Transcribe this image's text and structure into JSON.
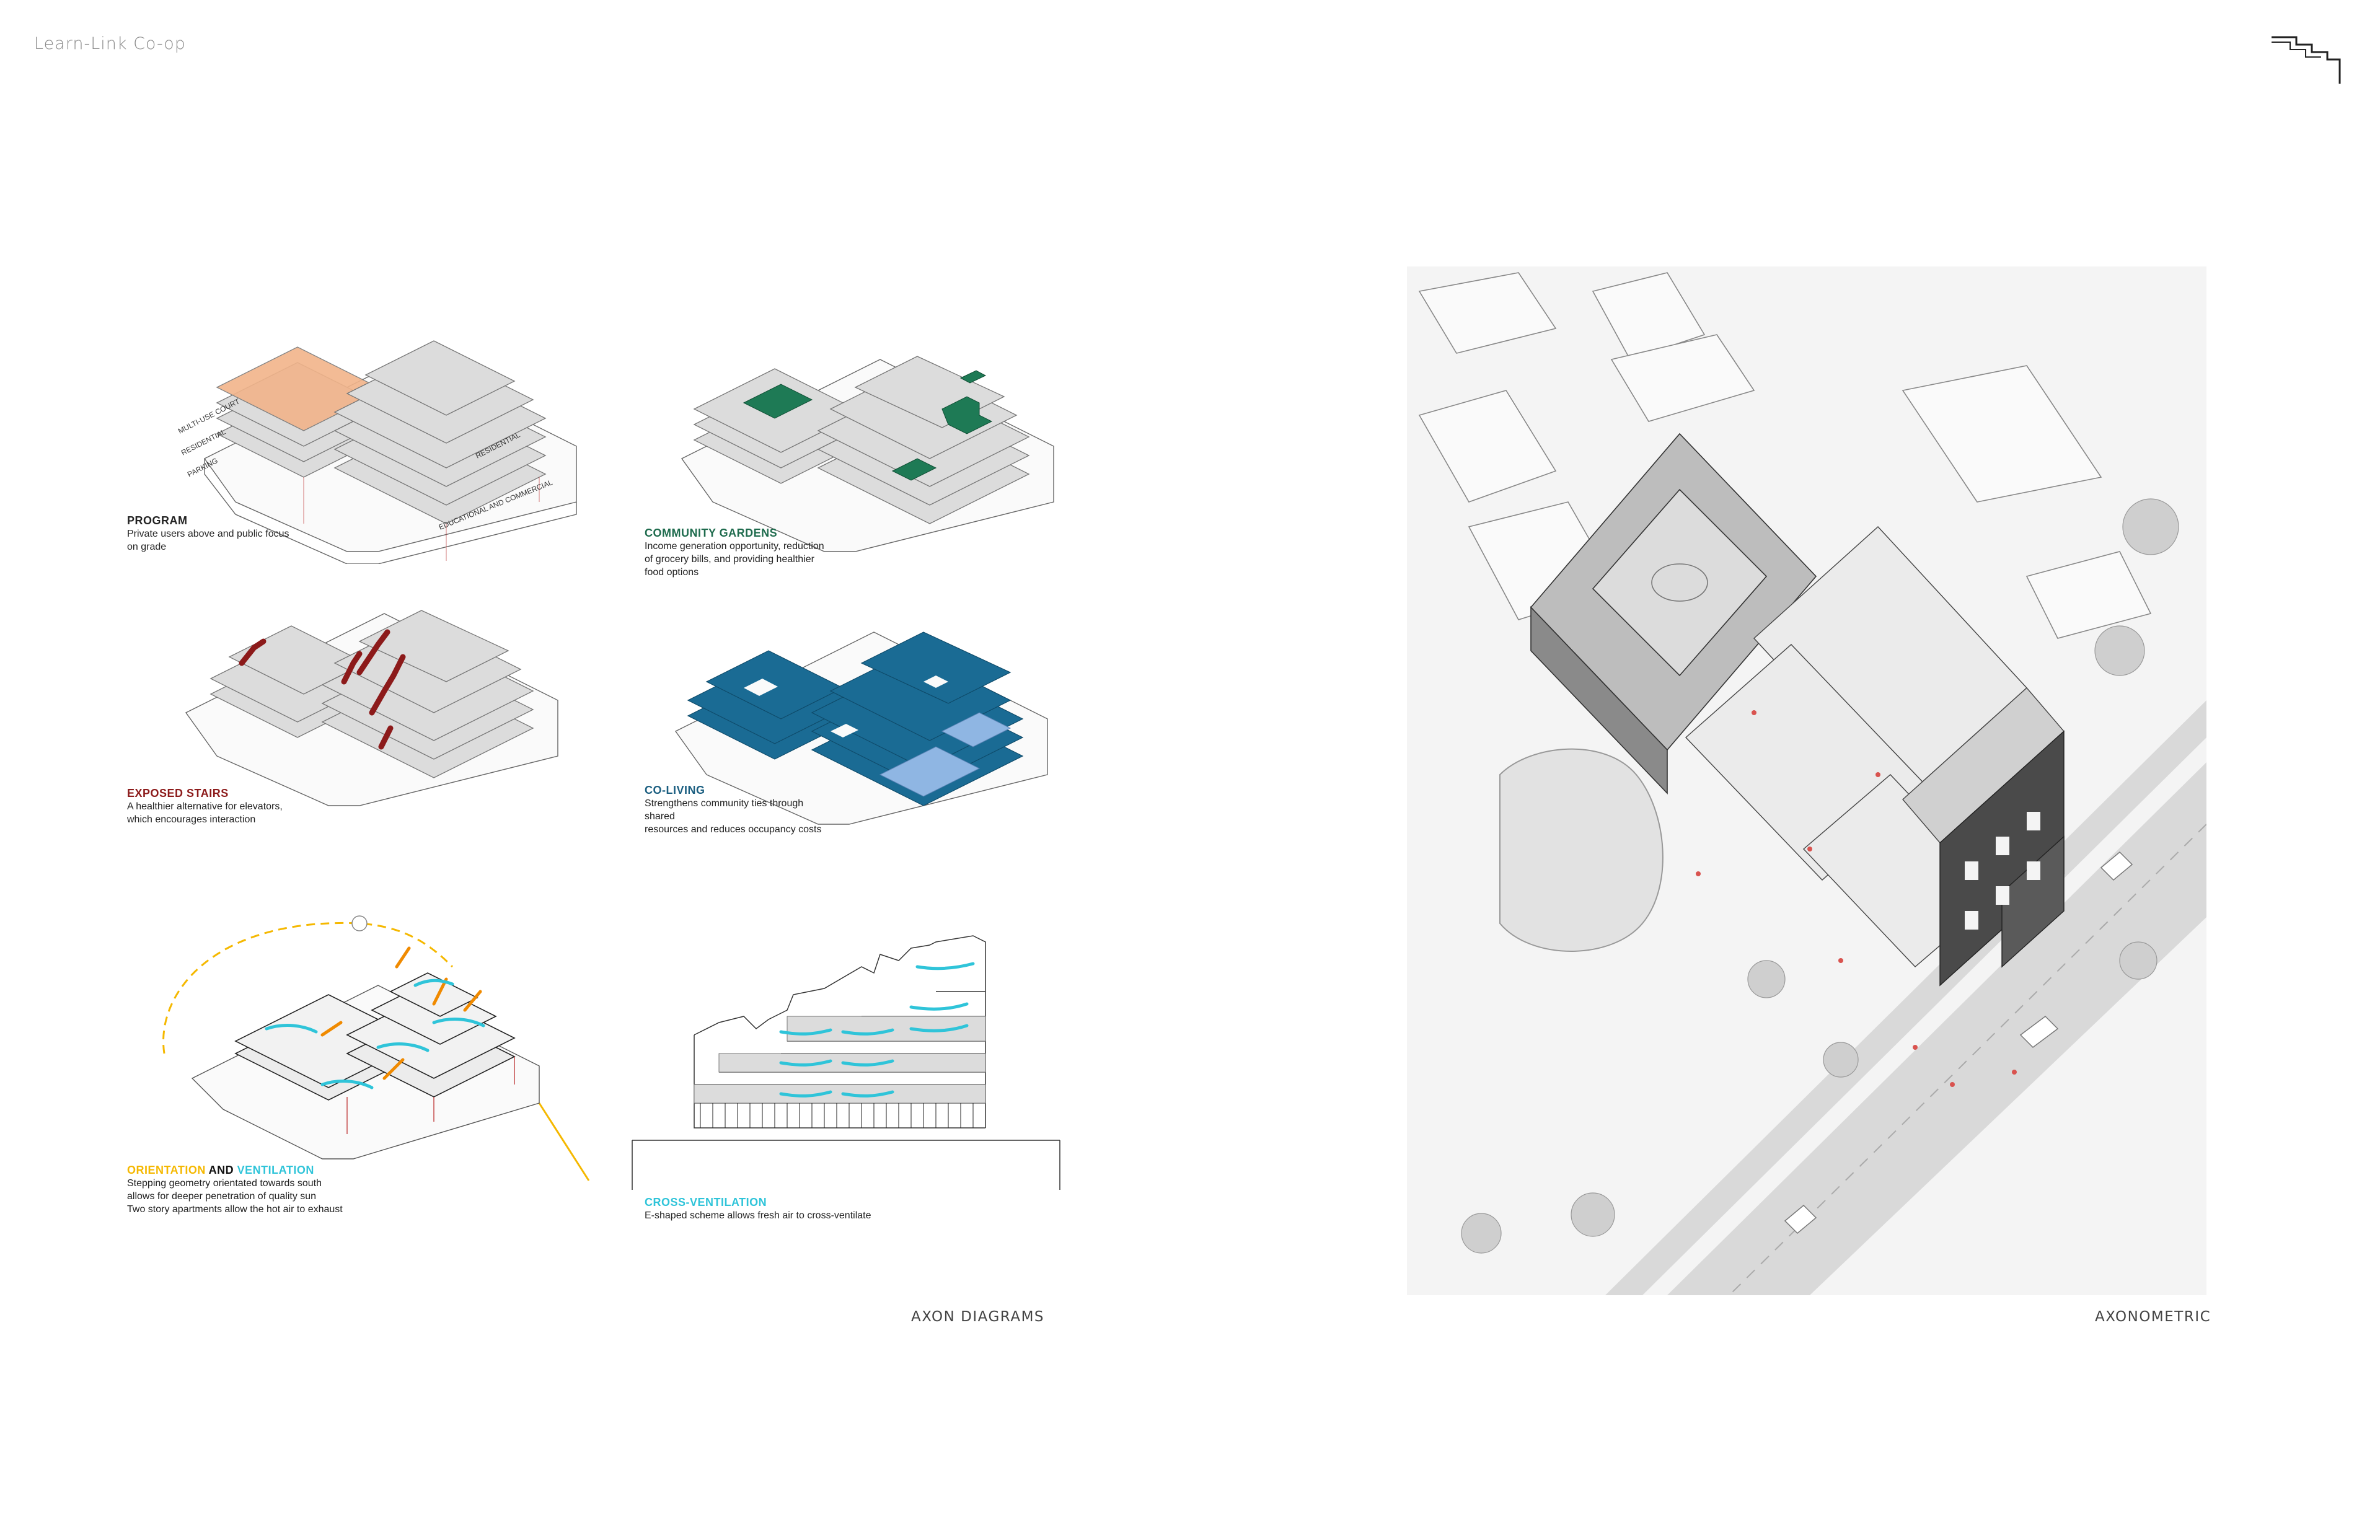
{
  "project": {
    "title": "Learn-Link Co-op"
  },
  "colors": {
    "program": "#f2b48a",
    "gardens": "#1e7a55",
    "stairs": "#8c1a1a",
    "coliving": "#1a6b94",
    "coliving_light": "#8fb6e3",
    "ventilation": "#2fc4d9",
    "orientation": "#f5b800",
    "slab": "#dcdcdc",
    "line": "#555555"
  },
  "diagrams": {
    "program": {
      "title": "PROGRAM",
      "text_lines": [
        "Private users above and public focus",
        "on grade"
      ],
      "labels": {
        "multi_use_court": "MULTI-USE COURT",
        "residential_left": "RESIDENTIAL",
        "parking": "PARKING",
        "residential_right": "RESIDENTIAL",
        "educational_commercial": "EDUCATIONAL AND COMMERCIAL"
      }
    },
    "gardens": {
      "title": "COMMUNITY GARDENS",
      "text_lines": [
        "Income generation opportunity, reduction",
        "of grocery bills, and providing healthier",
        "food options"
      ]
    },
    "stairs": {
      "title": "EXPOSED STAIRS",
      "text_lines": [
        "A healthier alternative for elevators,",
        "which encourages interaction"
      ]
    },
    "coliving": {
      "title": "CO-LIVING",
      "text_lines": [
        "Strengthens community ties through shared",
        "resources and reduces occupancy costs"
      ]
    },
    "orientation": {
      "title_part1": "ORIENTATION",
      "title_part2": " AND ",
      "title_part3": "VENTILATION",
      "text_lines": [
        "Stepping geometry orientated towards south",
        "allows for deeper penetration of quality sun",
        "Two story apartments allow the hot air to exhaust"
      ]
    },
    "cross": {
      "title": "CROSS-VENTILATION",
      "text_lines": [
        "E-shaped scheme allows fresh air to cross-ventilate"
      ]
    }
  },
  "sections": {
    "axon_diagrams": "AXON DIAGRAMS",
    "axonometric": "AXONOMETRIC"
  },
  "icons": {
    "logo": "stepped-building-logo-icon"
  }
}
